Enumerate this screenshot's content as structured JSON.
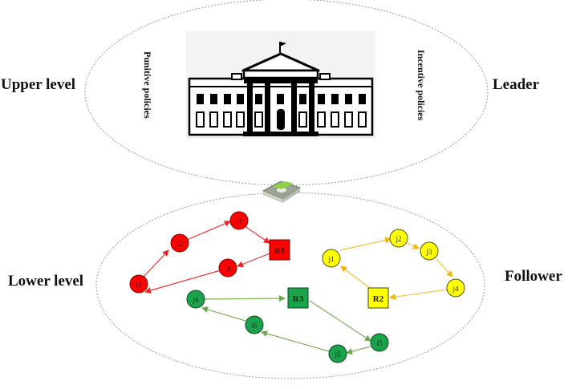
{
  "labels": {
    "upper_level": "Upper level",
    "leader": "Leader",
    "lower_level": "Lower level",
    "follower": "Follower",
    "punitive_policies": "Punitive policies",
    "incentive_policies": "Incentive policies"
  },
  "icons": {
    "government": "government-building-icon",
    "money": "money-stack-icon"
  },
  "colors": {
    "red_node": "#ff0000",
    "red_edge": "#ee3333",
    "yellow_node": "#ffff00",
    "yellow_edge": "#f5c242",
    "green_node": "#1aa34a",
    "green_edge": "#70ad47",
    "ellipse_stroke": "#999999"
  },
  "groups": [
    {
      "name": "red",
      "nodes": [
        {
          "id": "i1",
          "label": "i1",
          "shape": "circle"
        },
        {
          "id": "i2",
          "label": "i2",
          "shape": "circle"
        },
        {
          "id": "i3",
          "label": "i3",
          "shape": "circle"
        },
        {
          "id": "R1",
          "label": "R1",
          "shape": "square"
        },
        {
          "id": "i4",
          "label": "i4",
          "shape": "circle"
        }
      ],
      "edges": [
        [
          "i1",
          "i2"
        ],
        [
          "i2",
          "i3"
        ],
        [
          "i3",
          "R1"
        ],
        [
          "R1",
          "i4"
        ],
        [
          "i4",
          "i1"
        ]
      ]
    },
    {
      "name": "yellow",
      "nodes": [
        {
          "id": "j1",
          "label": "j1",
          "shape": "circle"
        },
        {
          "id": "j2",
          "label": "j2",
          "shape": "circle"
        },
        {
          "id": "j3",
          "label": "j3",
          "shape": "circle"
        },
        {
          "id": "j4",
          "label": "j4",
          "shape": "circle"
        },
        {
          "id": "R2",
          "label": "R2",
          "shape": "square"
        }
      ],
      "edges": [
        [
          "j1",
          "j2"
        ],
        [
          "j2",
          "j3"
        ],
        [
          "j3",
          "j4"
        ],
        [
          "j4",
          "R2"
        ],
        [
          "R2",
          "j1"
        ]
      ]
    },
    {
      "name": "green",
      "nodes": [
        {
          "id": "j6",
          "label": "j6",
          "shape": "circle"
        },
        {
          "id": "R3",
          "label": "R3",
          "shape": "square"
        },
        {
          "id": "i5",
          "label": "i5",
          "shape": "circle"
        },
        {
          "id": "j5",
          "label": "j5",
          "shape": "circle"
        },
        {
          "id": "i6",
          "label": "i6",
          "shape": "circle"
        }
      ],
      "edges": [
        [
          "j6",
          "R3"
        ],
        [
          "R3",
          "i5"
        ],
        [
          "i5",
          "j5"
        ],
        [
          "j5",
          "i6"
        ],
        [
          "i6",
          "j6"
        ]
      ]
    }
  ]
}
